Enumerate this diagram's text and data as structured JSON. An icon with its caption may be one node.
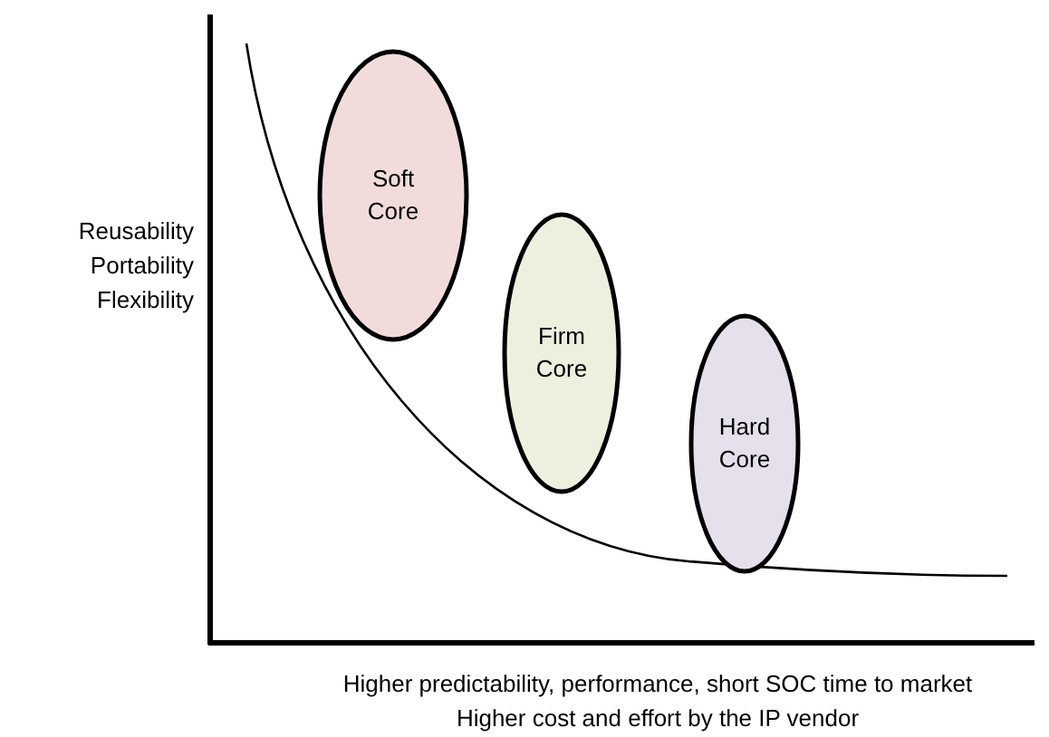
{
  "diagram": {
    "nodes": [
      {
        "text": [
          "Soft Core"
        ]
      },
      {
        "text": [
          "Firm Core"
        ]
      },
      {
        "text": [
          "Hard Core"
        ]
      }
    ],
    "labels": [
      "Reusability",
      "Portability",
      "Flexibility",
      "Higher predictability, performance, short SOC time to market",
      "Higher cost and effort by the IP vendor"
    ]
  }
}
